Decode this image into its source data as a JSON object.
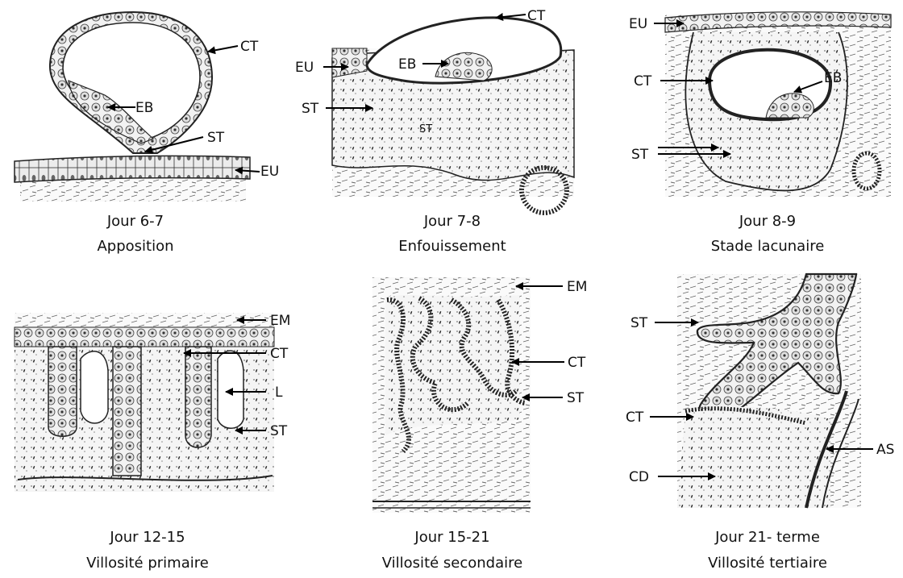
{
  "panels": [
    {
      "id": "p1",
      "day": "Jour 6-7",
      "stage": "Apposition",
      "labels": {
        "ct": "CT",
        "eb": "EB",
        "st": "ST",
        "eu": "EU"
      }
    },
    {
      "id": "p2",
      "day": "Jour 7-8",
      "stage": "Enfouissement",
      "labels": {
        "ct": "CT",
        "eu": "EU",
        "eb": "EB",
        "st": "ST",
        "st_inner": "ST"
      }
    },
    {
      "id": "p3",
      "day": "Jour 8-9",
      "stage": "Stade lacunaire",
      "labels": {
        "eu": "EU",
        "ct": "CT",
        "eb": "EB",
        "st": "ST"
      }
    },
    {
      "id": "p4",
      "day": "Jour 12-15",
      "stage": "Villosité primaire",
      "labels": {
        "em": "EM",
        "ct": "CT",
        "l": "L",
        "st": "ST"
      }
    },
    {
      "id": "p5",
      "day": "Jour 15-21",
      "stage": "Villosité secondaire",
      "labels": {
        "em": "EM",
        "ct": "CT",
        "st": "ST"
      }
    },
    {
      "id": "p6",
      "day": "Jour 21- terme",
      "stage": "Villosité tertiaire",
      "labels": {
        "st": "ST",
        "ct": "CT",
        "cd": "CD",
        "as": "AS"
      }
    }
  ]
}
